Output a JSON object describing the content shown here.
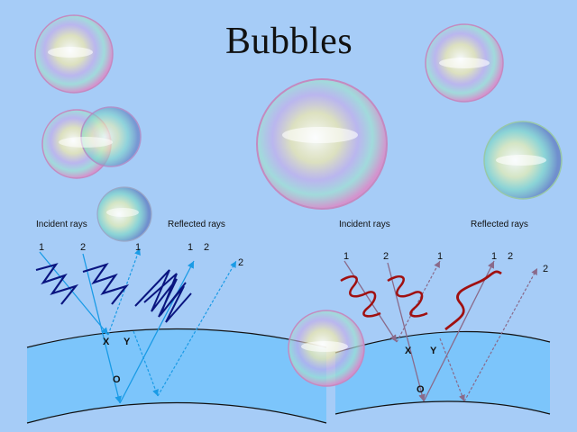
{
  "title": "Bubbles",
  "colors": {
    "background": "#a6ccf7",
    "water": "#7cc5fb",
    "left_ray": "#1a9be6",
    "left_wave": "#0a1580",
    "right_ray": "#8a6a8a",
    "right_wave": "#a01010"
  },
  "left_diagram": {
    "incident_label": "Incident rays",
    "reflected_label": "Reflected rays",
    "numbers": [
      "1",
      "2",
      "1",
      "1",
      "2",
      "2"
    ],
    "points": [
      "X",
      "Y",
      "O"
    ]
  },
  "right_diagram": {
    "incident_label": "Incident rays",
    "reflected_label": "Reflected rays",
    "numbers": [
      "1",
      "2",
      "1",
      "1",
      "2",
      "2"
    ],
    "points": [
      "X",
      "Y",
      "O"
    ]
  }
}
